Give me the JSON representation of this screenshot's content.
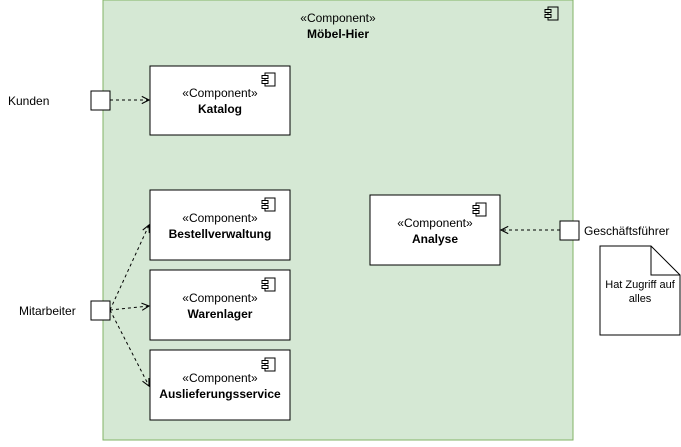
{
  "outer": {
    "stereotype": "«Component»",
    "name": "Möbel-Hier"
  },
  "components": {
    "katalog": {
      "stereotype": "«Component»",
      "name": "Katalog"
    },
    "bestellverwaltung": {
      "stereotype": "«Component»",
      "name": "Bestellverwaltung"
    },
    "warenlager": {
      "stereotype": "«Component»",
      "name": "Warenlager"
    },
    "auslieferungsservice": {
      "stereotype": "«Component»",
      "name": "Auslieferungsservice"
    },
    "analyse": {
      "stereotype": "«Component»",
      "name": "Analyse"
    }
  },
  "ports": {
    "kunden": "Kunden",
    "mitarbeiter": "Mitarbeiter",
    "geschaeftsfuehrer": "Geschäftsführer"
  },
  "note": {
    "line1": "Hat Zugriff auf",
    "line2": "alles"
  },
  "colors": {
    "container_fill": "#d5e8d4",
    "container_stroke": "#82b366",
    "line": "#000000"
  }
}
